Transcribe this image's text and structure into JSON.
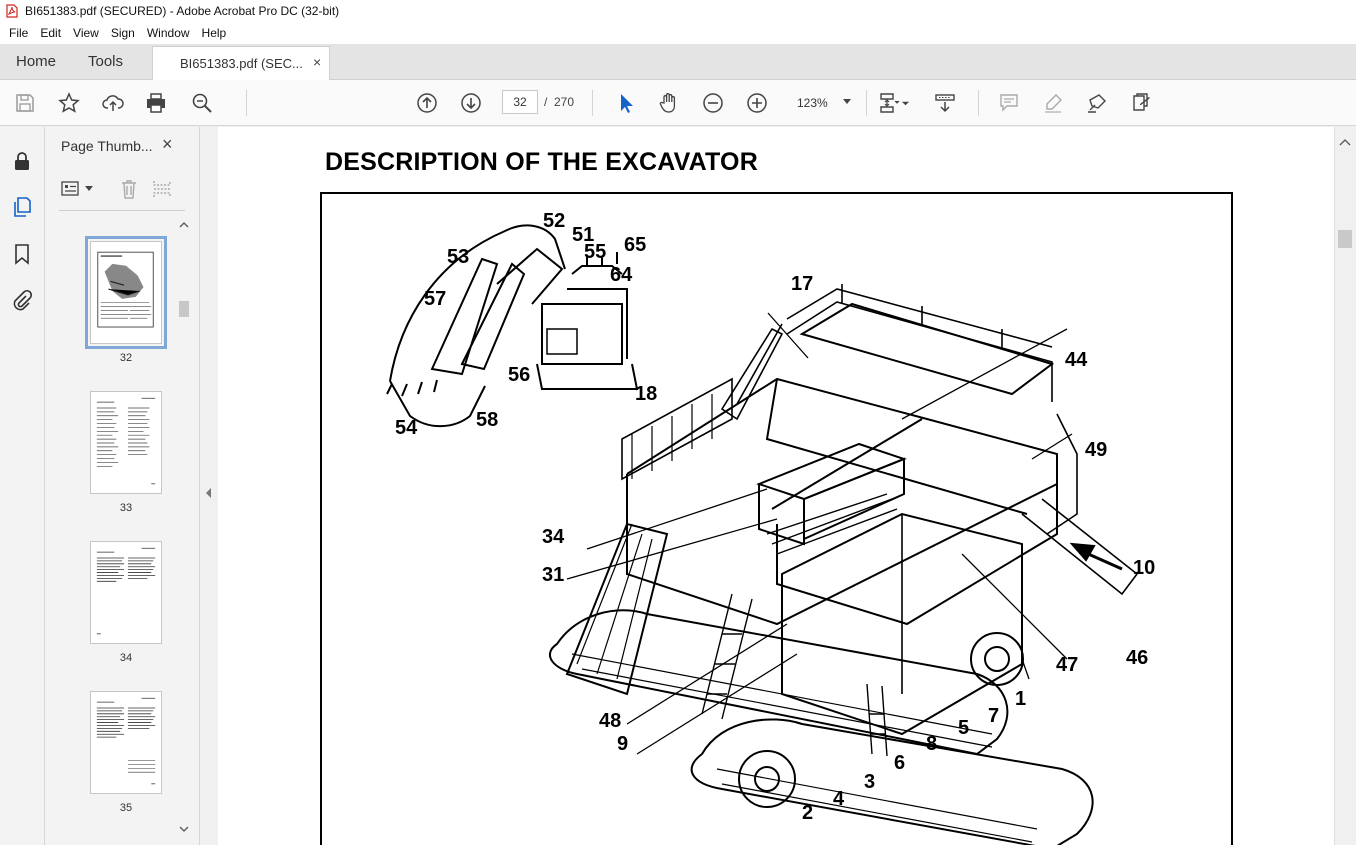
{
  "window": {
    "title": "BI651383.pdf (SECURED) - Adobe Acrobat Pro DC (32-bit)"
  },
  "menu": {
    "items": [
      "File",
      "Edit",
      "View",
      "Sign",
      "Window",
      "Help"
    ]
  },
  "tabs": {
    "home": "Home",
    "tools": "Tools",
    "document": "BI651383.pdf (SEC...",
    "close": "×"
  },
  "toolbar": {
    "icons": [
      "save-icon",
      "star-icon",
      "upload-icon",
      "print-icon",
      "search-zoom-icon",
      "arrow-up-icon",
      "arrow-down-icon",
      "select-cursor-icon",
      "hand-icon",
      "zoom-out-icon",
      "zoom-in-icon",
      "fit-page-icon",
      "scroll-mode-icon",
      "comment-icon",
      "highlight-icon",
      "sign-icon",
      "share-edit-icon"
    ],
    "page_current": "32",
    "page_separator": "/",
    "page_total": "270",
    "zoom": "123%"
  },
  "sidebar": {
    "rail_icons": [
      "lock-icon",
      "pages-icon",
      "bookmark-icon",
      "attachment-icon"
    ],
    "panel_title": "Page Thumb...",
    "panel_close": "×",
    "thumbnails": [
      {
        "page": "32",
        "selected": true
      },
      {
        "page": "33",
        "selected": false
      },
      {
        "page": "34",
        "selected": false
      },
      {
        "page": "35",
        "selected": false
      }
    ]
  },
  "document": {
    "heading": "DESCRIPTION OF THE EXCAVATOR",
    "callouts": {
      "c52": "52",
      "c51": "51",
      "c55": "55",
      "c65": "65",
      "c53": "53",
      "c64": "64",
      "c57": "57",
      "c56": "56",
      "c54": "54",
      "c58": "58",
      "c17": "17",
      "c44": "44",
      "c18": "18",
      "c49": "49",
      "c34": "34",
      "c10": "10",
      "c31": "31",
      "c46": "46",
      "c47": "47",
      "c1": "1",
      "c7": "7",
      "c48": "48",
      "c5": "5",
      "c9": "9",
      "c8": "8",
      "c6": "6",
      "c3": "3",
      "c4": "4",
      "c2": "2"
    }
  }
}
